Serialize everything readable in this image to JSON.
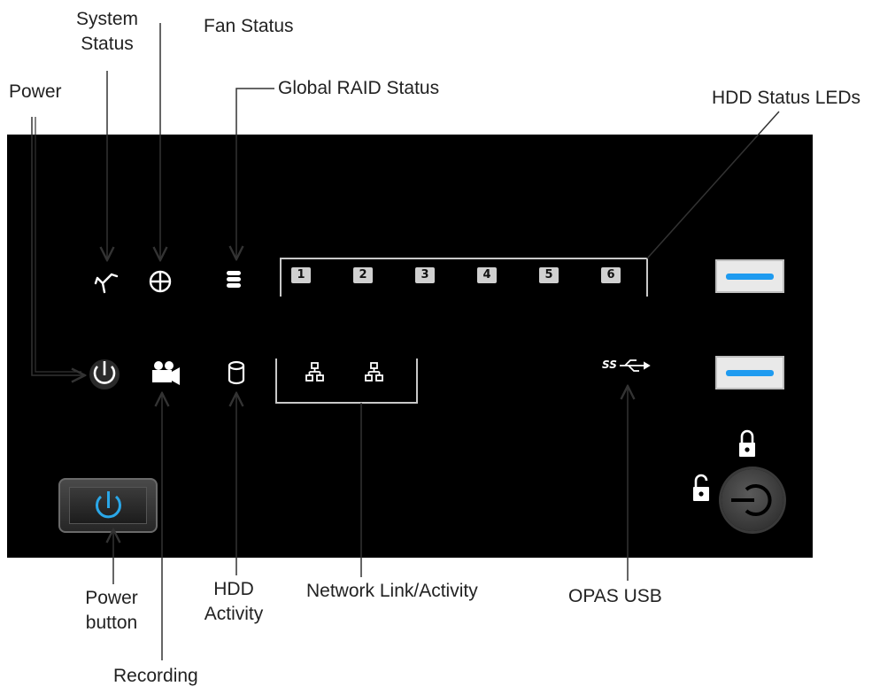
{
  "labels": {
    "system_status_line1": "System",
    "system_status_line2": "Status",
    "fan_status": "Fan Status",
    "global_raid_status": "Global RAID Status",
    "power": "Power",
    "hdd_status_leds": "HDD Status LEDs",
    "power_button_line1": "Power",
    "power_button_line2": "button",
    "recording": "Recording",
    "hdd_activity_line1": "HDD",
    "hdd_activity_line2": "Activity",
    "network_link_activity": "Network Link/Activity",
    "opas_usb": "OPAS USB"
  },
  "panel": {
    "hdd_bays": [
      "1",
      "2",
      "3",
      "4",
      "5",
      "6"
    ],
    "usb_logo_text": "SS",
    "colors": {
      "panel": "#000000",
      "led_glow": "#2aa7e8",
      "usb_tongue": "#1f9bf0"
    }
  },
  "icons": [
    "system-status-icon",
    "fan-status-icon",
    "global-raid-icon",
    "power-led-icon",
    "recording-camera-icon",
    "hdd-activity-icon",
    "network-icon",
    "usb-icon",
    "lock-icon",
    "unlock-icon",
    "key-switch-icon"
  ]
}
